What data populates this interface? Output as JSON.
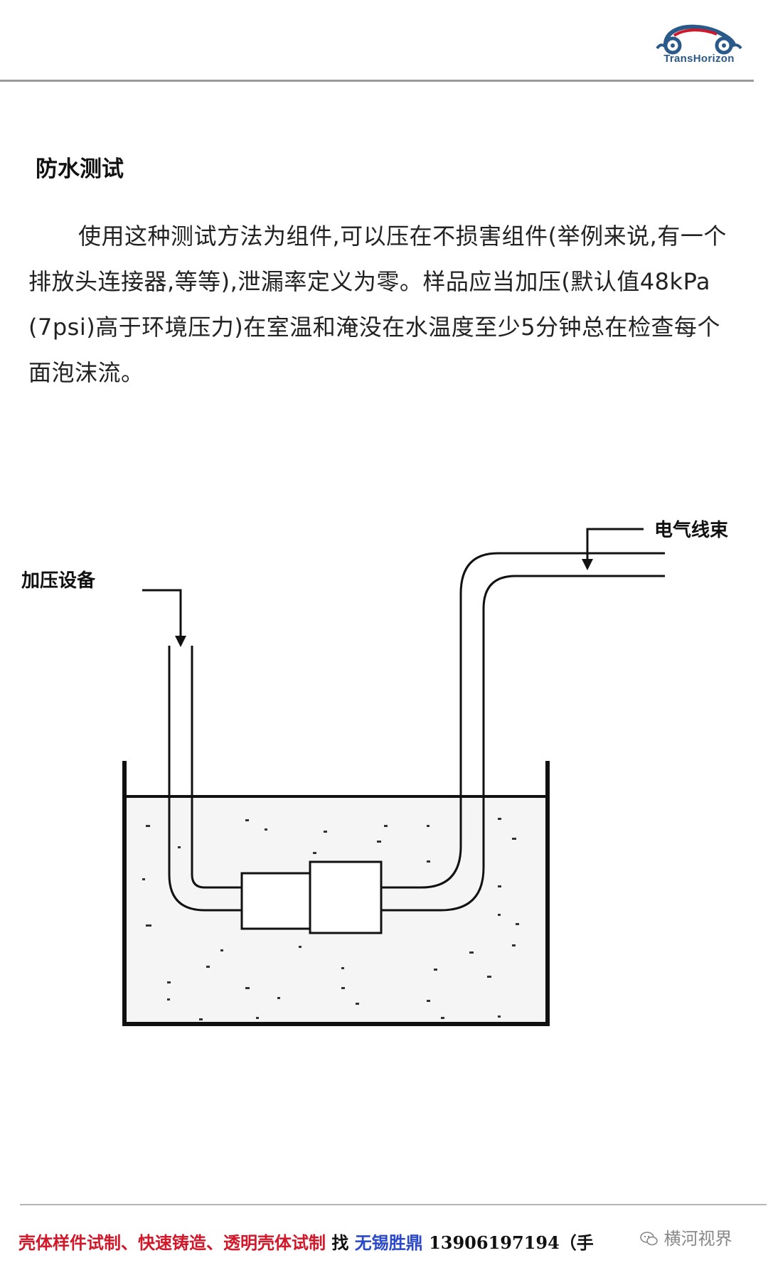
{
  "header": {
    "brand_name": "TransHorizon",
    "colors": {
      "brand_blue": "#2a5a8a",
      "brand_red": "#d0182a"
    }
  },
  "section": {
    "title": "防水测试",
    "body": "使用这种测试方法为组件,可以压在不损害组件(举例来说,有一个排放头连接器,等等),泄漏率定义为零。样品应当加压(默认值48kPa (7psi)高于环境压力)在室温和淹没在水温度至少5分钟总在检查每个面泡沫流。"
  },
  "diagram": {
    "label_pressure_equipment": "加压设备",
    "label_wire_harness": "电气线束"
  },
  "footer": {
    "ad_products": "壳体样件试制、快速铸造、透明壳体试制",
    "ad_find": "找",
    "ad_company": "无锡胜鼎",
    "ad_phone": "13906197194",
    "ad_paren": "（",
    "ad_partial": "手",
    "wechat_icon": "wechat-icon",
    "wechat_account": "横河视界"
  }
}
